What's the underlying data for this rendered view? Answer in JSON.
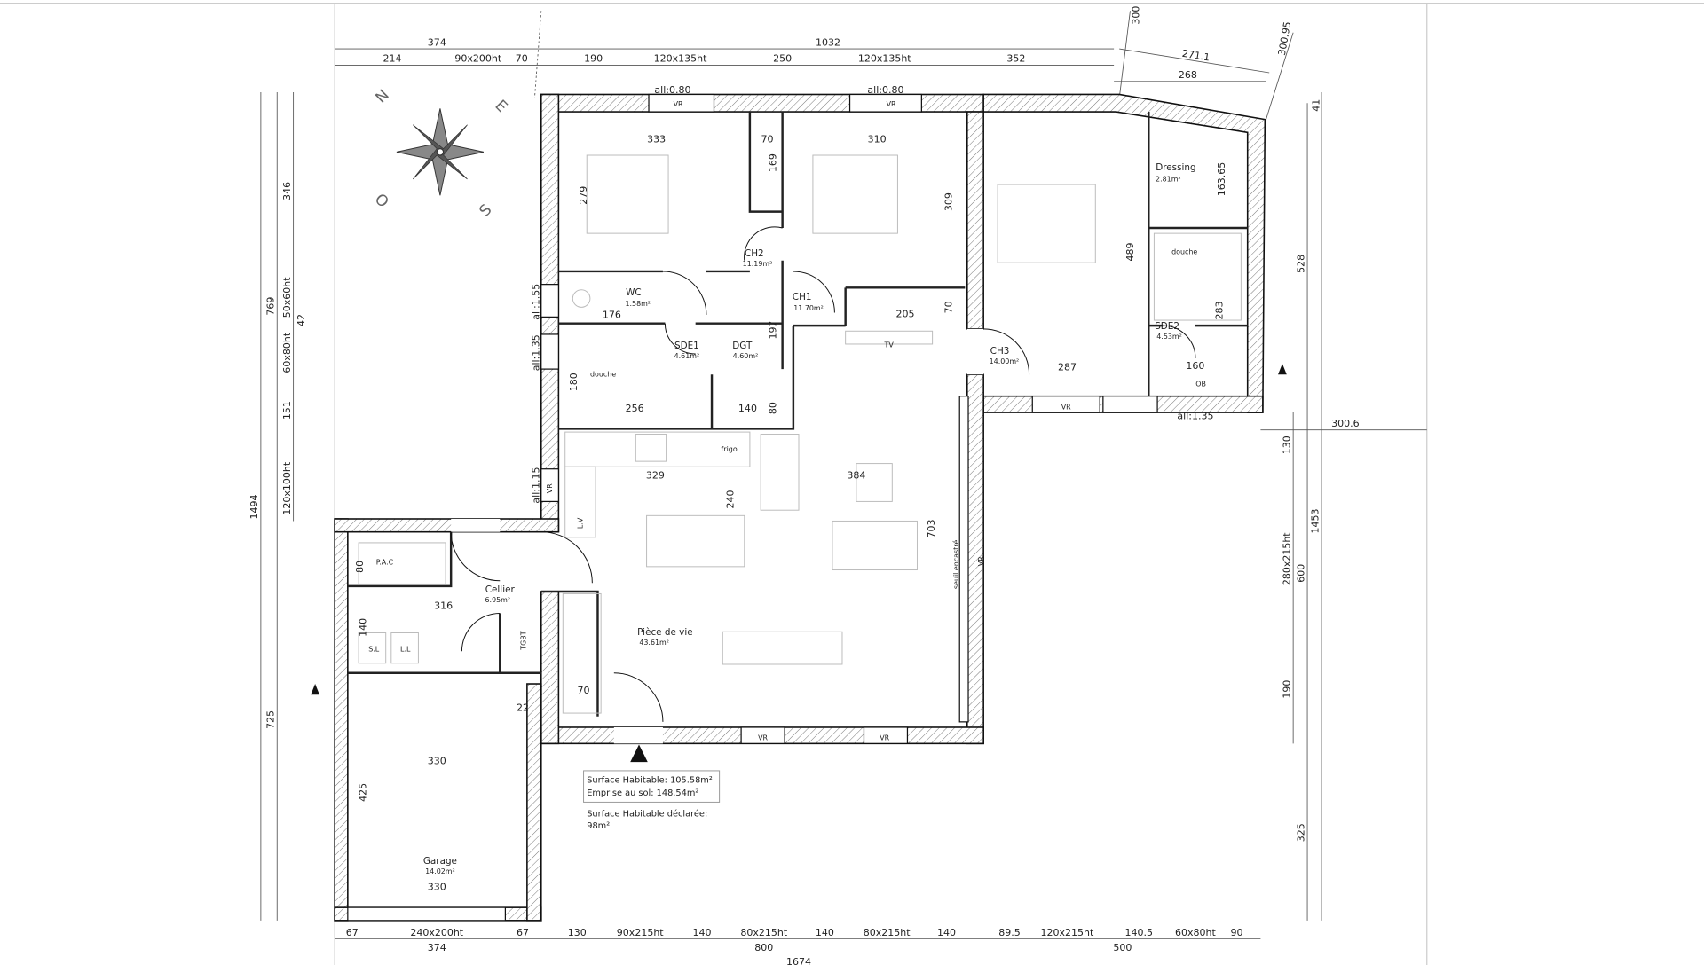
{
  "compass": {
    "n": "N",
    "e": "E",
    "s": "S",
    "o": "O"
  },
  "dims": {
    "top_total": [
      "374",
      "1032"
    ],
    "top": [
      "214",
      "90x200ht",
      "70",
      "190",
      "120x135ht",
      "250",
      "120x135ht",
      "352"
    ],
    "top_right": [
      "300",
      "300.95",
      "271.1",
      "268"
    ],
    "left": [
      "1494",
      "769",
      "346",
      "50x60ht",
      "42",
      "60x80ht",
      "151",
      "120x100ht",
      "725"
    ],
    "right": [
      "41",
      "528",
      "300.6",
      "130",
      "1453",
      "280x215ht",
      "600",
      "190",
      "325"
    ],
    "bottom": [
      "67",
      "240x200ht",
      "67",
      "130",
      "90x215ht",
      "140",
      "80x215ht",
      "140",
      "80x215ht",
      "140",
      "89.5",
      "120x215ht",
      "140.5",
      "60x80ht",
      "90"
    ],
    "bottom_total": [
      "374",
      "800",
      "500"
    ],
    "bottom_overall": "1674",
    "interior": [
      "333",
      "70",
      "310",
      "169",
      "279",
      "309",
      "163.65",
      "489",
      "176",
      "205",
      "70",
      "283",
      "197",
      "287",
      "160",
      "180",
      "256",
      "140",
      "80",
      "329",
      "384",
      "240",
      "703",
      "80",
      "316",
      "140",
      "70",
      "22",
      "330",
      "425",
      "330"
    ]
  },
  "sills": [
    "all:0.80",
    "all:0.80",
    "all:1.55",
    "all:1.35",
    "all:1.15",
    "all:1.35"
  ],
  "shutters": [
    "VR",
    "VR",
    "VR",
    "VR",
    "VR",
    "VR",
    "VR"
  ],
  "rooms": [
    {
      "name": "Dressing",
      "area": "2.81m²"
    },
    {
      "name": "CH2",
      "area": "11.19m²"
    },
    {
      "name": "WC",
      "area": "1.58m²"
    },
    {
      "name": "CH1",
      "area": "11.70m²"
    },
    {
      "name": "SDE2",
      "area": "4.53m²"
    },
    {
      "name": "DGT",
      "area": "4.60m²"
    },
    {
      "name": "SDE1",
      "area": "4.61m²"
    },
    {
      "name": "CH3",
      "area": "14.00m²"
    },
    {
      "name": "Cellier",
      "area": "6.95m²"
    },
    {
      "name": "Pièce de vie",
      "area": "43.61m²"
    },
    {
      "name": "Garage",
      "area": "14.02m²"
    }
  ],
  "fixtures": {
    "douche1": "douche",
    "douche2": "douche",
    "tv": "TV",
    "frigo": "frigo",
    "seuil": "seuil encastré",
    "pac": "P.A.C",
    "sl": "S.L",
    "ll": "L.L",
    "lv": "L.V",
    "tgbt": "TGBT",
    "ob": "OB"
  },
  "summary": {
    "line1": "Surface Habitable: 105.58m²",
    "line2": "Emprise au sol: 148.54m²",
    "line3": "Surface Habitable déclarée:",
    "line4": "98m²"
  }
}
